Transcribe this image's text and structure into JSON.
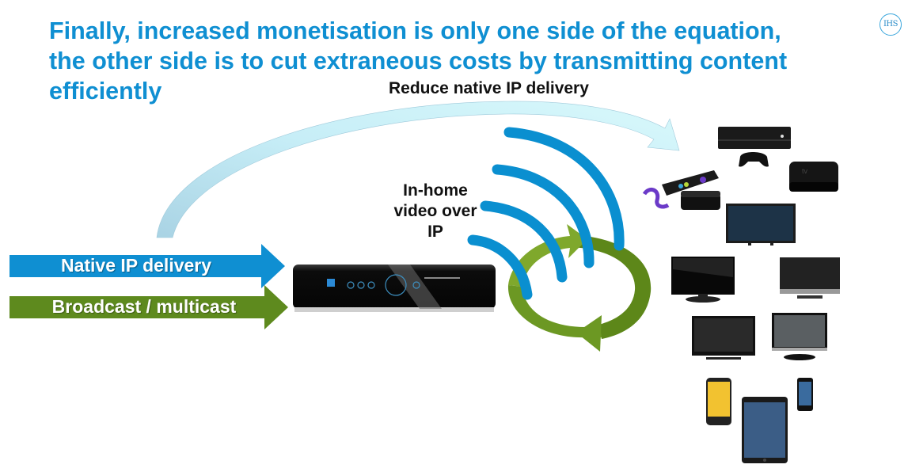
{
  "slide": {
    "title_lines": [
      "Finally, increased monetisation is only one side of the equation,",
      "the other side is to cut extraneous costs by transmitting content",
      "efficiently"
    ],
    "logo_text": "IHS"
  },
  "diagram": {
    "reduce_label": "Reduce native IP delivery",
    "inhome_label_lines": [
      "In-home",
      "video over",
      "IP"
    ],
    "inputs": [
      {
        "label": "Native IP delivery",
        "color": "#0f8fd2"
      },
      {
        "label": "Broadcast / multicast",
        "color": "#5e8a1e"
      }
    ],
    "hub": "set-top-box",
    "cycle_color": "#6b9a22",
    "wifi_color": "#0a8fd0",
    "bypass_arrow_color": "#bfe9f6",
    "devices": [
      {
        "name": "roku-player"
      },
      {
        "name": "xbox-console"
      },
      {
        "name": "apple-tv"
      },
      {
        "name": "monitor"
      },
      {
        "name": "tv-1"
      },
      {
        "name": "tv-2"
      },
      {
        "name": "tv-3"
      },
      {
        "name": "tv-4"
      },
      {
        "name": "android-phone"
      },
      {
        "name": "tablet"
      },
      {
        "name": "iphone"
      }
    ]
  }
}
